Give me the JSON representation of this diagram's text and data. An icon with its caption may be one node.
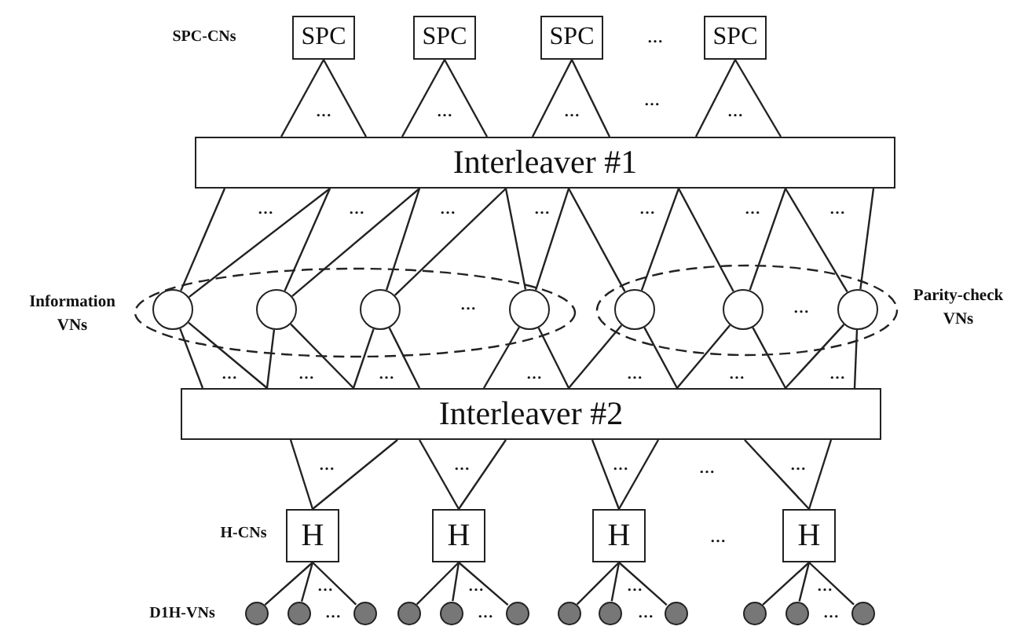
{
  "diagram": {
    "nodes": [
      {
        "text": [
          "SPC"
        ]
      },
      {
        "text": [
          "SPC"
        ]
      },
      {
        "text": [
          "SPC"
        ]
      },
      {
        "text": [
          "SPC"
        ]
      },
      {
        "text": [
          "Interleaver #1"
        ]
      },
      {
        "text": [],
        "shape": "ellipse",
        "beside": [
          "Information VNs"
        ]
      },
      {
        "text": [],
        "shape": "circle",
        "in": 5
      },
      {
        "text": [],
        "shape": "circle",
        "in": 5
      },
      {
        "text": [],
        "shape": "circle",
        "in": 5
      },
      {
        "text": [],
        "shape": "circle",
        "in": 5
      },
      {
        "text": [],
        "shape": "ellipse",
        "beside": [
          "Parity-check VNs"
        ]
      },
      {
        "text": [],
        "shape": "circle",
        "in": 10
      },
      {
        "text": [],
        "shape": "circle",
        "in": 10
      },
      {
        "text": [],
        "shape": "circle",
        "in": 10
      },
      {
        "text": [
          "Interleaver #2"
        ]
      },
      {
        "text": [
          "H"
        ]
      },
      {
        "text": [
          "H"
        ]
      },
      {
        "text": [
          "H"
        ]
      },
      {
        "text": [
          "H"
        ]
      },
      {
        "text": [],
        "shape": "circle"
      },
      {
        "text": [],
        "shape": "circle"
      },
      {
        "text": [],
        "shape": "circle"
      },
      {
        "text": [],
        "shape": "circle"
      },
      {
        "text": [],
        "shape": "circle"
      },
      {
        "text": [],
        "shape": "circle"
      },
      {
        "text": [],
        "shape": "circle"
      },
      {
        "text": [],
        "shape": "circle"
      },
      {
        "text": [],
        "shape": "circle"
      },
      {
        "text": [],
        "shape": "circle"
      },
      {
        "text": [],
        "shape": "circle"
      },
      {
        "text": [],
        "shape": "circle"
      }
    ],
    "edges": [
      {
        "from": 0,
        "to": 4,
        "arrow": "none"
      },
      {
        "from": 0,
        "to": 4,
        "arrow": "none"
      },
      {
        "from": 1,
        "to": 4,
        "arrow": "none"
      },
      {
        "from": 1,
        "to": 4,
        "arrow": "none"
      },
      {
        "from": 2,
        "to": 4,
        "arrow": "none"
      },
      {
        "from": 2,
        "to": 4,
        "arrow": "none"
      },
      {
        "from": 3,
        "to": 4,
        "arrow": "none"
      },
      {
        "from": 3,
        "to": 4,
        "arrow": "none"
      },
      {
        "from": 4,
        "to": 6,
        "arrow": "none"
      },
      {
        "from": 4,
        "to": 6,
        "arrow": "none"
      },
      {
        "from": 4,
        "to": 7,
        "arrow": "none"
      },
      {
        "from": 4,
        "to": 7,
        "arrow": "none"
      },
      {
        "from": 4,
        "to": 8,
        "arrow": "none"
      },
      {
        "from": 4,
        "to": 8,
        "arrow": "none"
      },
      {
        "from": 4,
        "to": 9,
        "arrow": "none"
      },
      {
        "from": 4,
        "to": 9,
        "arrow": "none"
      },
      {
        "from": 4,
        "to": 11,
        "arrow": "none"
      },
      {
        "from": 4,
        "to": 11,
        "arrow": "none"
      },
      {
        "from": 4,
        "to": 12,
        "arrow": "none"
      },
      {
        "from": 4,
        "to": 12,
        "arrow": "none"
      },
      {
        "from": 4,
        "to": 13,
        "arrow": "none"
      },
      {
        "from": 4,
        "to": 13,
        "arrow": "none"
      },
      {
        "from": 6,
        "to": 14,
        "arrow": "none"
      },
      {
        "from": 6,
        "to": 14,
        "arrow": "none"
      },
      {
        "from": 7,
        "to": 14,
        "arrow": "none"
      },
      {
        "from": 7,
        "to": 14,
        "arrow": "none"
      },
      {
        "from": 8,
        "to": 14,
        "arrow": "none"
      },
      {
        "from": 8,
        "to": 14,
        "arrow": "none"
      },
      {
        "from": 9,
        "to": 14,
        "arrow": "none"
      },
      {
        "from": 9,
        "to": 14,
        "arrow": "none"
      },
      {
        "from": 11,
        "to": 14,
        "arrow": "none"
      },
      {
        "from": 11,
        "to": 14,
        "arrow": "none"
      },
      {
        "from": 12,
        "to": 14,
        "arrow": "none"
      },
      {
        "from": 12,
        "to": 14,
        "arrow": "none"
      },
      {
        "from": 13,
        "to": 14,
        "arrow": "none"
      },
      {
        "from": 13,
        "to": 14,
        "arrow": "none"
      },
      {
        "from": 14,
        "to": 15,
        "arrow": "none"
      },
      {
        "from": 14,
        "to": 15,
        "arrow": "none"
      },
      {
        "from": 14,
        "to": 16,
        "arrow": "none"
      },
      {
        "from": 14,
        "to": 16,
        "arrow": "none"
      },
      {
        "from": 14,
        "to": 17,
        "arrow": "none"
      },
      {
        "from": 14,
        "to": 17,
        "arrow": "none"
      },
      {
        "from": 14,
        "to": 18,
        "arrow": "none"
      },
      {
        "from": 14,
        "to": 18,
        "arrow": "none"
      },
      {
        "from": 15,
        "to": 19,
        "arrow": "none"
      },
      {
        "from": 15,
        "to": 20,
        "arrow": "none"
      },
      {
        "from": 15,
        "to": 21,
        "arrow": "none"
      },
      {
        "from": 16,
        "to": 22,
        "arrow": "none"
      },
      {
        "from": 16,
        "to": 23,
        "arrow": "none"
      },
      {
        "from": 16,
        "to": 24,
        "arrow": "none"
      },
      {
        "from": 17,
        "to": 25,
        "arrow": "none"
      },
      {
        "from": 17,
        "to": 26,
        "arrow": "none"
      },
      {
        "from": 17,
        "to": 27,
        "arrow": "none"
      },
      {
        "from": 18,
        "to": 28,
        "arrow": "none"
      },
      {
        "from": 18,
        "to": 29,
        "arrow": "none"
      },
      {
        "from": 18,
        "to": 30,
        "arrow": "none"
      }
    ],
    "labels": [
      "SPC-CNs",
      "…",
      "…",
      "…",
      "…",
      "…",
      "…",
      "…",
      "…",
      "…",
      "…",
      "…",
      "…",
      "…",
      "…",
      "…",
      "…",
      "…",
      "…",
      "…",
      "…",
      "…",
      "…",
      "…",
      "…",
      "…",
      "…",
      "…",
      "H-CNs",
      "…",
      "…",
      "…",
      "…",
      "…",
      "D1H-VNs",
      "…",
      "…",
      "…",
      "…"
    ]
  }
}
